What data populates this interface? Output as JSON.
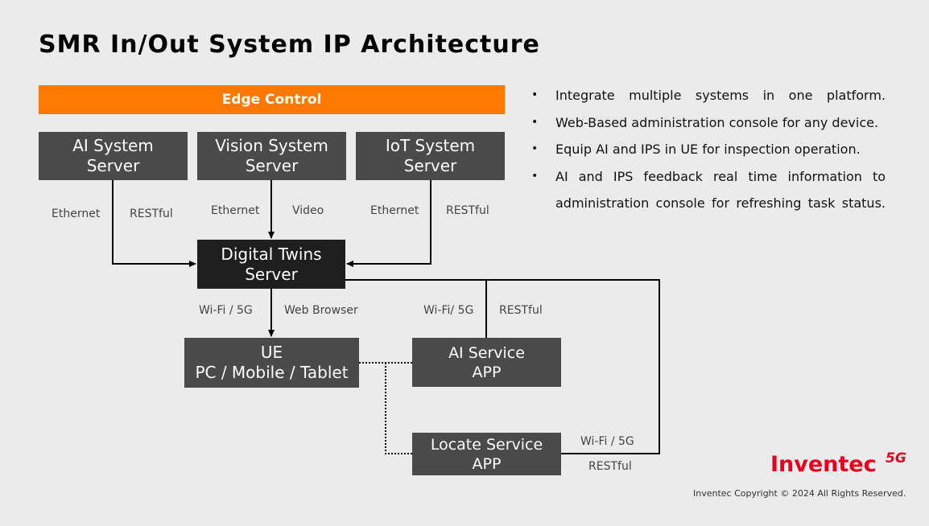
{
  "title": "SMR In/Out System IP Architecture",
  "edge_control": "Edge Control",
  "nodes": {
    "ai_system": [
      "AI System",
      "Server"
    ],
    "vision_system": [
      "Vision System",
      "Server"
    ],
    "iot_system": [
      "IoT System",
      "Server"
    ],
    "digital_twins": [
      "Digital Twins",
      "Server"
    ],
    "ue": [
      "UE",
      "PC / Mobile / Tablet"
    ],
    "ai_service": [
      "AI Service",
      "APP"
    ],
    "locate_service": [
      "Locate Service",
      "APP"
    ]
  },
  "edge_labels": {
    "ai_ethernet": "Ethernet",
    "ai_restful": "RESTful",
    "vision_ethernet": "Ethernet",
    "vision_video": "Video",
    "iot_ethernet": "Ethernet",
    "iot_restful": "RESTful",
    "ue_wifi": "Wi-Fi / 5G",
    "ue_browser": "Web Browser",
    "ai_service_wifi": "Wi-Fi/ 5G",
    "ai_service_restful": "RESTful",
    "locate_wifi": "Wi-Fi / 5G",
    "locate_restful": "RESTful"
  },
  "bullets": [
    "Integrate multiple systems in one platform.",
    "Web-Based administration console for any device.",
    "Equip AI and IPS in UE for inspection operation.",
    "AI and IPS feedback real time information to",
    "administration console for refreshing task status."
  ],
  "footer": {
    "logo": "Inventec",
    "logo_badge": "5G",
    "copyright": "Inventec Copyright © 2024  All Rights Reserved."
  }
}
